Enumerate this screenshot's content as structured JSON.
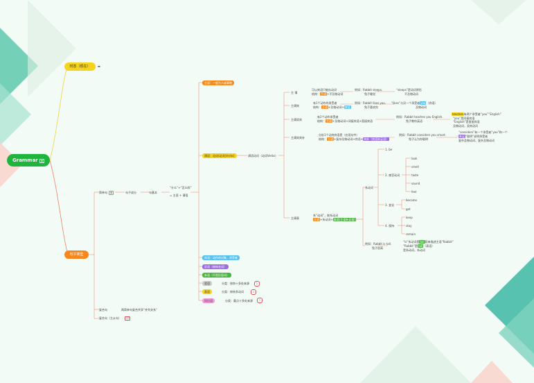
{
  "root": {
    "label": "Grammar"
  },
  "branches": {
    "tense": {
      "label": "时态（现在）"
    },
    "sentence": {
      "label": "句子类型"
    }
  },
  "nodes": {
    "simple_sentence": "简单句",
    "sentence_elements": "句子成分",
    "basic_components": "句基本",
    "subject_predicate": "“什么”+“怎么样”",
    "subject_plus_predicate": "= 主语 + 谓语",
    "compound": "复合句",
    "compound_desc": "两简单句复合共享“并列关系”",
    "complex": "复合句（主从句）",
    "complex_count": "17",
    "subject": "主语：一般为人或事物",
    "predicate": "谓语：动词/动词(Verbs)",
    "predicate_role": "谓语动词（动词Verbs）",
    "object": "宾语：动作的对象，承受者",
    "attributive": "定语（修饰名词）",
    "complement": "补语（不是形容词）",
    "adverbial": "状语",
    "adverbial_desc": "分类：修饰十多处来源",
    "appositive": "表语",
    "appositive_desc": "分类：修饰多动词",
    "inversion": "同位语",
    "inversion_desc": "分类：重点十多处来源",
    "circle_count": "2"
  },
  "verb_patterns": {
    "p1": {
      "label": "主 谓",
      "desc1": "可以宾语只能存动词",
      "desc2a": "结构：",
      "desc2b": "主语",
      "desc2c": "+不及物动词",
      "example1": "例如：Rabbit sleeps.",
      "example2": "兔子睡觉",
      "note1": "“sleeps”是动词原形",
      "note2": "不及物动词"
    },
    "p2": {
      "label": "主谓宾",
      "desc1": "有1个动作的承受者",
      "desc2a": "结构：",
      "desc2b": "主语",
      "desc2c": "+及物动词+",
      "desc2d": "宾语",
      "example1": "例如：Rabbit likes you.",
      "example2": "兔子喜欢你",
      "note1": "“likes”与另一个承受者",
      "note2": "you",
      "note3": "（宾语）",
      "note4": "及物动词"
    },
    "p3": {
      "label": "主谓双宾",
      "desc1": "有2个动作承受者",
      "desc2a": "结构：",
      "desc2b": "主语",
      "desc2c": "+及物动词+间接宾语+直接宾语",
      "example1": "例如：Rabbit teaches you English.",
      "example2": "兔子教你英语",
      "note1": "teaches",
      "note2": "有两个承受者“you”“English”",
      "note3": "“you”是间接宾语",
      "note4": "“English”是直接宾语",
      "note5": "及物动词，双宾动词"
    },
    "p4": {
      "label": "主谓宾宾补",
      "desc1": "分析1个动宾宾语是（在现句中）",
      "desc2a": "结构：",
      "desc2b": "主语",
      "desc2c": "+复杂及物动词+宾语+",
      "desc2d": "宾补（宾语补足语）",
      "example1": "例如：Rabbit considers you smart.",
      "example2": "兔子认为你聪明",
      "note1": "“considers”有一个承受者“you”和一个",
      "note2": "补足",
      "note3": "“聪明”说明承受者",
      "note4": "复杂及物动词，复杂及物动词"
    },
    "p5": {
      "label": "主谓表",
      "desc1": "系“动词”，联系动词",
      "desc2a": "主语",
      "desc2b": "+系动词+",
      "desc2c": "表语(主语补足语)",
      "linking": "系动词",
      "example1": "例如：Rabbit is tall.",
      "example2": "兔子很高",
      "note1": "“is”系动词是",
      "note2": "tall",
      "note3": "用来描述主语“Rabbit”",
      "note4": "“Rabbit”",
      "note5": "是",
      "note6": "（表语）",
      "note7": "是系动词，系动词"
    }
  },
  "linking_verbs": {
    "g1": "1. be",
    "g2": "2. 感官动词",
    "g2_items": [
      "look",
      "smell",
      "taste",
      "sound",
      "feel"
    ],
    "g3": "3. 变化",
    "g3_items": [
      "become",
      "get"
    ],
    "g4": "4. 保持",
    "g4_items": [
      "keep",
      "stay",
      "remain"
    ]
  }
}
